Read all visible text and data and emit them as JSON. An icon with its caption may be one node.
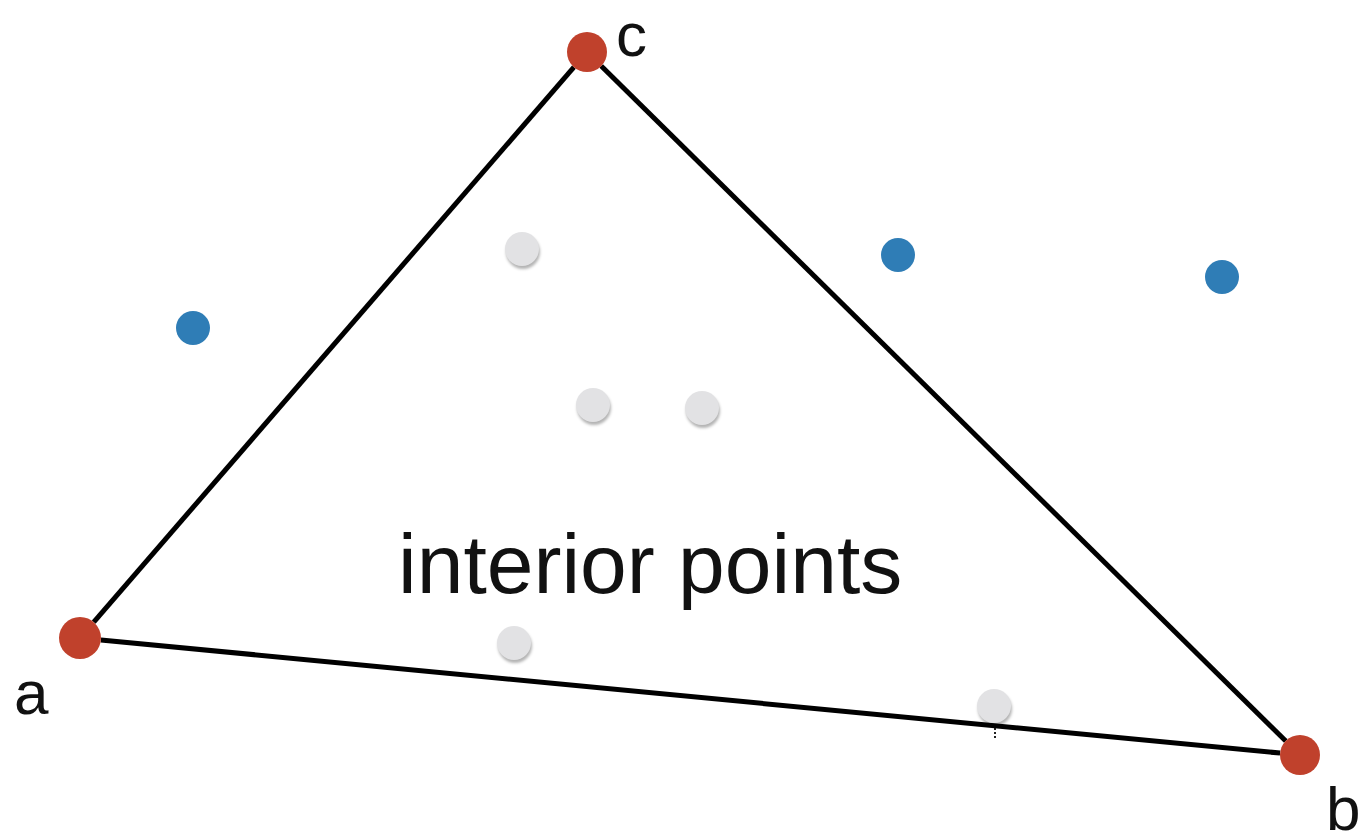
{
  "diagram": {
    "nodes": [
      {
        "text": [],
        "shape": "circle",
        "beside": [
          "c"
        ]
      },
      {
        "text": [],
        "shape": "circle",
        "beside": [
          "a"
        ]
      },
      {
        "text": [],
        "shape": "circle",
        "beside": [
          "b"
        ]
      }
    ],
    "edges": [
      {
        "from": 1,
        "to": 0,
        "arrow": "none"
      },
      {
        "from": 0,
        "to": 2,
        "arrow": "none"
      },
      {
        "from": 1,
        "to": 2,
        "arrow": "none"
      }
    ],
    "labels": [
      "interior points"
    ]
  }
}
